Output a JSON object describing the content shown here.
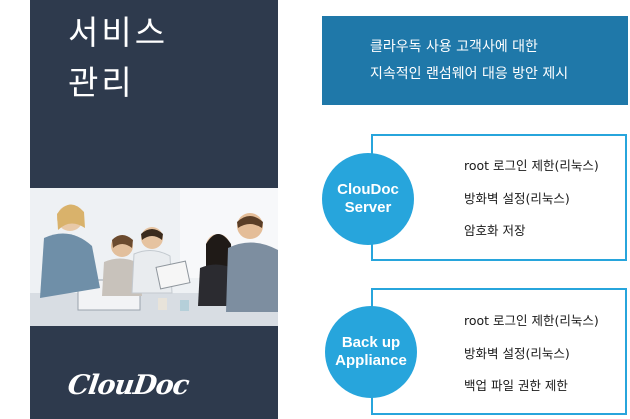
{
  "sidebar": {
    "title_line1": "서비스",
    "title_line2": "관리",
    "logo_text": "ClouDoc",
    "background": "#2e3a4d"
  },
  "header": {
    "line1": "클라우독 사용 고객사에 대한",
    "line2": "지속적인 랜섬웨어 대응 방안 제시",
    "background": "#1f78a9"
  },
  "cards": [
    {
      "badge_line1": "ClouDoc",
      "badge_line2": "Server",
      "items": [
        "root 로그인 제한(리눅스)",
        "방화벽 설정(리눅스)",
        "암호화 저장"
      ]
    },
    {
      "badge_line1": "Back up",
      "badge_line2": "Appliance",
      "items": [
        "root 로그인 제한(리눅스)",
        "방화벽 설정(리눅스)",
        "백업 파일 권한 제한"
      ]
    }
  ],
  "accent_color": "#27a5dc",
  "photo_icon": "office-team-photo"
}
